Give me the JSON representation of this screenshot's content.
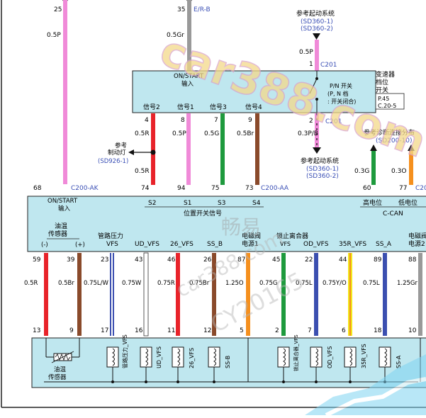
{
  "top_wires": {
    "w25": {
      "pin": "25",
      "gauge": "0.5P"
    },
    "w35": {
      "pin": "35",
      "code": "E/R-B",
      "gauge": "0.5Gr"
    },
    "w1": {
      "pin": "1",
      "conn": "C201",
      "gauge": "0.5P"
    }
  },
  "ref_start_top": {
    "title": "参考起动系统",
    "l1": "(SD360-1)",
    "l2": "(SD360-2)"
  },
  "switch_box": {
    "on_start": "ON/START",
    "input": "输入",
    "pn_switch": "P/N 开关",
    "pn_l2": "(P, N 档",
    "pn_l3": ": 开关闭合)",
    "gear_title_1": "变速器",
    "gear_title_2": "档位",
    "gear_title_3": "开关",
    "ref_p": "P.45",
    "ref_c": "C.20-5",
    "signals": [
      "信号2",
      "信号1",
      "信号3",
      "信号4"
    ]
  },
  "mid_wires": [
    {
      "top": "4",
      "bottom": "74",
      "gauge": "0.5R",
      "gauge2": "0.5R"
    },
    {
      "top": "8",
      "bottom": "94",
      "gauge": "0.5P"
    },
    {
      "top": "7",
      "bottom": "75",
      "gauge": "0.5G"
    },
    {
      "top": "9",
      "bottom": "73",
      "gauge": "0.5Br",
      "conn": "C200-AA"
    }
  ],
  "brake_ref": {
    "l1": "参考",
    "l2": "制动灯",
    "l3": "(SD926-1)"
  },
  "pin2": {
    "pin": "2",
    "conn": "C201",
    "gauge": "0.3P/B"
  },
  "ref_start_mid": {
    "title": "参考起动系统",
    "l1": "(SD360-1)",
    "l2": "(SD360-2)"
  },
  "diag_ref": {
    "title": "参考诊断连接分布",
    "l1": "(SD200-10)"
  },
  "can_wires": [
    {
      "gauge": "0.3G",
      "pin": "60"
    },
    {
      "gauge": "0.3O",
      "pin": "77",
      "conn": "C20"
    }
  ],
  "tcm": {
    "pin68": "68",
    "conn_ak": "C200-AK",
    "on_start": "ON/START",
    "input": "输入",
    "s_labels": [
      "S2",
      "S1",
      "S3",
      "S4"
    ],
    "pos_signal": "位置开关信号",
    "high": "高电位",
    "low": "低电位",
    "can": "C-CAN",
    "oil_title_1": "油温",
    "oil_title_2": "传感器",
    "minus": "(-)",
    "plus": "(+)",
    "press_1": "管路压力",
    "press_2": "VFS",
    "ud_vfs": "UD_VFS",
    "l26": "26_VFS",
    "ss_b": "SS_B",
    "sol_1": "电磁阀",
    "sol_2": "电源1",
    "lockup": "锁止离合器",
    "vfs": "VFS",
    "od_vfs": "OD_VFS",
    "r35": "35R_VFS",
    "ss_a": "SS_A",
    "sol2_1": "电磁阀",
    "sol2_2": "电源2"
  },
  "bottom_wires": [
    {
      "pin": "59",
      "gauge": "0.5R",
      "low": "13"
    },
    {
      "pin": "39",
      "gauge": "0.5Br",
      "low": "9"
    },
    {
      "pin": "23",
      "gauge": "0.75L/W",
      "low": "17"
    },
    {
      "pin": "43",
      "gauge": "0.75W",
      "low": "16"
    },
    {
      "pin": "46",
      "gauge": "0.75R",
      "low": "11"
    },
    {
      "pin": "26",
      "gauge": "0.75Br",
      "low": "12"
    },
    {
      "pin": "87",
      "gauge": "1.25O",
      "low": "5"
    },
    {
      "pin": "45",
      "gauge": "0.75G",
      "low": "2"
    },
    {
      "pin": "22",
      "gauge": "0.75L",
      "low": "7"
    },
    {
      "pin": "44",
      "gauge": "0.75Y/O",
      "low": "6"
    },
    {
      "pin": "89",
      "gauge": "0.75L",
      "low": "18"
    },
    {
      "pin": "88",
      "gauge": "1.25Gr",
      "low": "10"
    }
  ],
  "valve_body": {
    "oil_1": "油温",
    "oil_2": "传感器",
    "coils": [
      "管路压力_VFS",
      "UD_VFS",
      "26_VFS",
      "SS-B",
      "锁止离合器_VFS",
      "OD_VFS",
      "35R_VFS",
      "SS-A"
    ]
  },
  "watermarks": [
    "car388.com",
    "畅易",
    "car388.com",
    "CY20165"
  ]
}
